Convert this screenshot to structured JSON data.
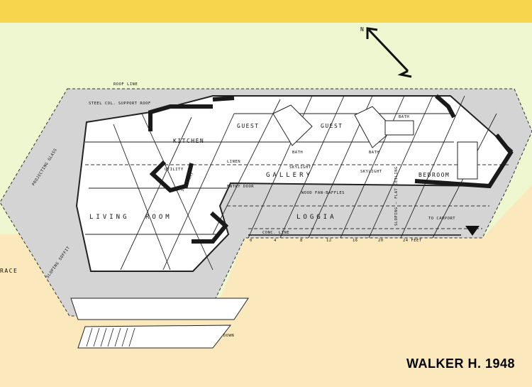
{
  "title": "WALKER H. 1948",
  "north": "N",
  "colors": {
    "banner": "#f7d64e",
    "upper_ground": "#eef7cf",
    "lower_ground": "#fbe9bd",
    "roof": "#d4d4d4",
    "walls": "#1a1a1a"
  },
  "labels": {
    "roof_line": "ROOF LINE",
    "steel_col": "STEEL COL. SUPPORT ROOF",
    "projecting_glass": "PROJECTING GLASS",
    "kitchen": "KITCHEN",
    "utility": "UTILITY",
    "skylight_utility": "SKYLIGHT",
    "entry_door": "ENTRY DOOR",
    "living": "LIVING",
    "room": "ROOM",
    "guest1": "GUEST",
    "guest2": "GUEST",
    "bath1": "BATH",
    "bath2": "BATH",
    "bath3": "BATH",
    "linen": "LINEN",
    "gallery": "GALLERY",
    "skylight1": "SKYLIGHT",
    "skylight2": "SKYLIGHT",
    "fan_baffles": "WOOD FAN-BAFFLES",
    "flat_ceiling": "SLOPING — FLAT CEILING",
    "bedroom": "BEDROOM",
    "loggia": "LOGGIA",
    "to_carport": "TO CARPORT",
    "conc_line": "CONC. LINE",
    "terrace": "RACE",
    "sloping_soffit": "SLOPING SOFFIT",
    "down": "DOWN"
  },
  "scale": {
    "ticks": [
      "0",
      "4",
      "8",
      "12",
      "16",
      "20",
      "24 FEET"
    ]
  }
}
